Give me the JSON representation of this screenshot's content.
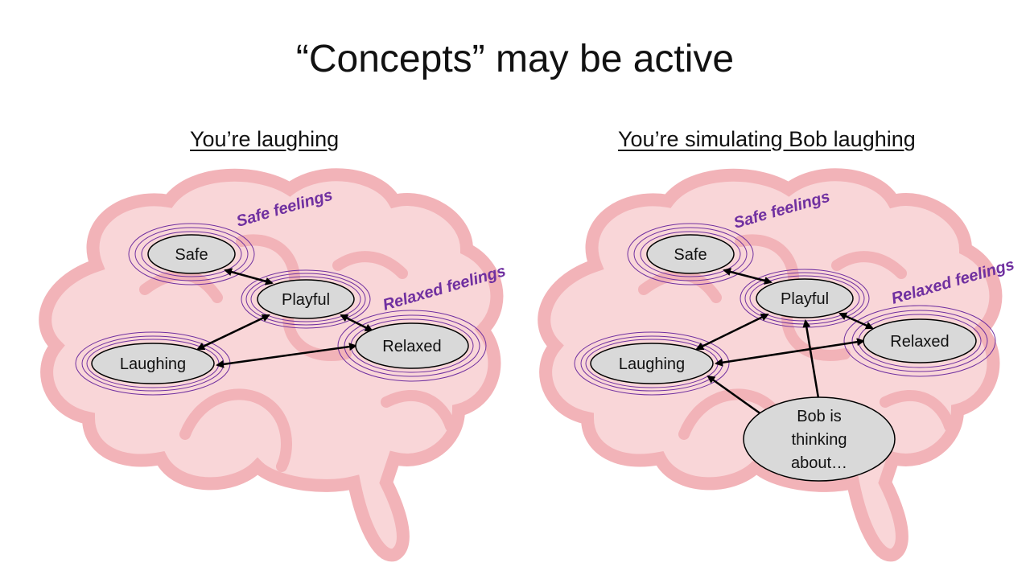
{
  "title": "“Concepts” may be active",
  "panels": [
    {
      "subtitle": "You’re laughing",
      "nodes": {
        "safe": "Safe",
        "playful": "Playful",
        "laughing": "Laughing",
        "relaxed": "Relaxed"
      },
      "feelings": {
        "safe": "Safe feelings",
        "relaxed": "Relaxed feelings"
      }
    },
    {
      "subtitle": "You’re simulating Bob laughing",
      "nodes": {
        "safe": "Safe",
        "playful": "Playful",
        "laughing": "Laughing",
        "relaxed": "Relaxed",
        "bob": [
          "Bob is",
          "thinking",
          "about…"
        ]
      },
      "feelings": {
        "safe": "Safe feelings",
        "relaxed": "Relaxed feelings"
      }
    }
  ],
  "colors": {
    "brain_fill": "#f9d6d8",
    "brain_stroke": "#f2b3b8",
    "node_fill": "#d9d9d9",
    "ring": "#7030a0",
    "feeling_text": "#7030a0",
    "arrow": "#000000"
  }
}
